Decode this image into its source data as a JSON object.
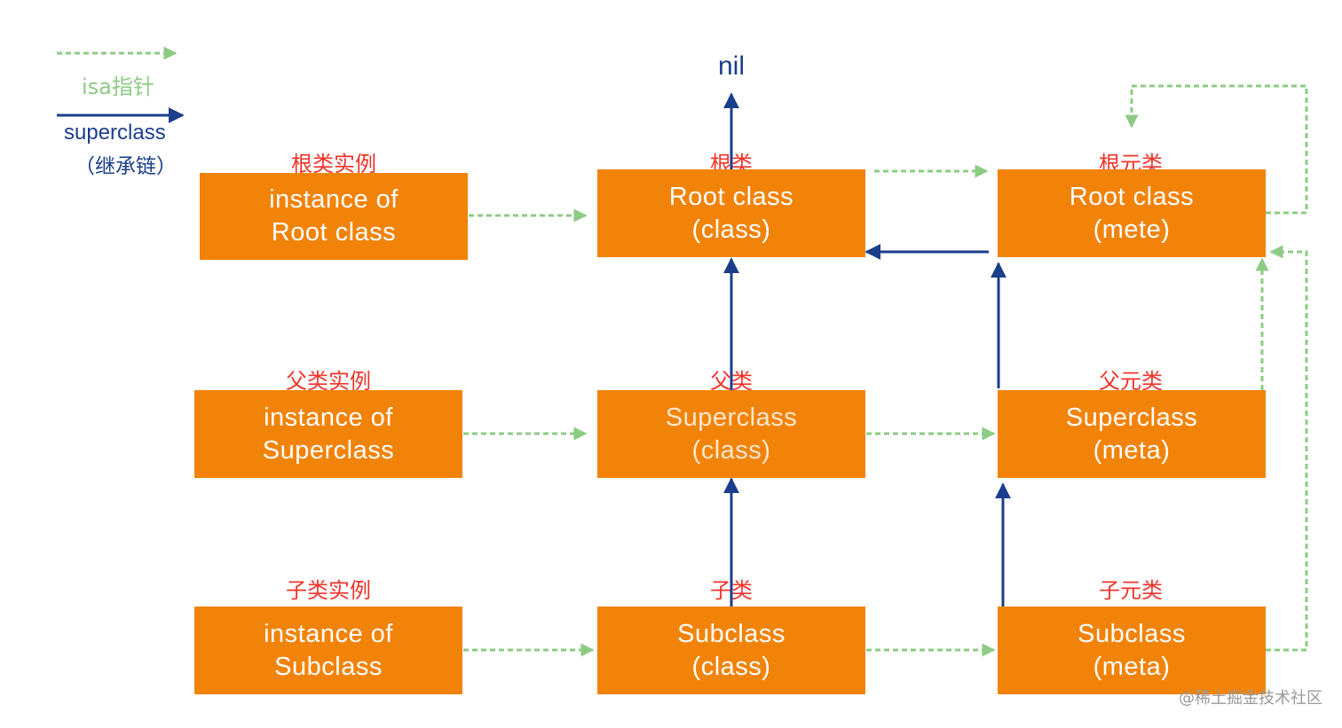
{
  "legend": {
    "isa_label": "isa指针",
    "superclass_label": "superclass",
    "superclass_sub": "（继承链）"
  },
  "nil_label": "nil",
  "captions": {
    "root_instance": "根类实例",
    "root_class": "根类",
    "root_meta": "根元类",
    "super_instance": "父类实例",
    "super_class": "父类",
    "super_meta": "父元类",
    "sub_instance": "子类实例",
    "sub_class": "子类",
    "sub_meta": "子元类"
  },
  "boxes": {
    "root_instance": {
      "line1": "instance of",
      "line2": "Root class"
    },
    "root_class": {
      "line1": "Root class",
      "line2": "(class)"
    },
    "root_meta": {
      "line1": "Root class",
      "line2": "(mete)"
    },
    "super_instance": {
      "line1": "instance of",
      "line2": "Superclass"
    },
    "super_class": {
      "line1": "Superclass",
      "line2": "(class)"
    },
    "super_meta": {
      "line1": "Superclass",
      "line2": "(meta)"
    },
    "sub_instance": {
      "line1": "instance of",
      "line2": "Subclass"
    },
    "sub_class": {
      "line1": "Subclass",
      "line2": "(class)"
    },
    "sub_meta": {
      "line1": "Subclass",
      "line2": "(meta)"
    }
  },
  "watermark": "@稀土掘金技术社区",
  "colors": {
    "box_fill": "#F28309",
    "caption": "#F0342A",
    "isa_arrow": "#8DCB85",
    "superclass_arrow": "#1B3E8C"
  }
}
